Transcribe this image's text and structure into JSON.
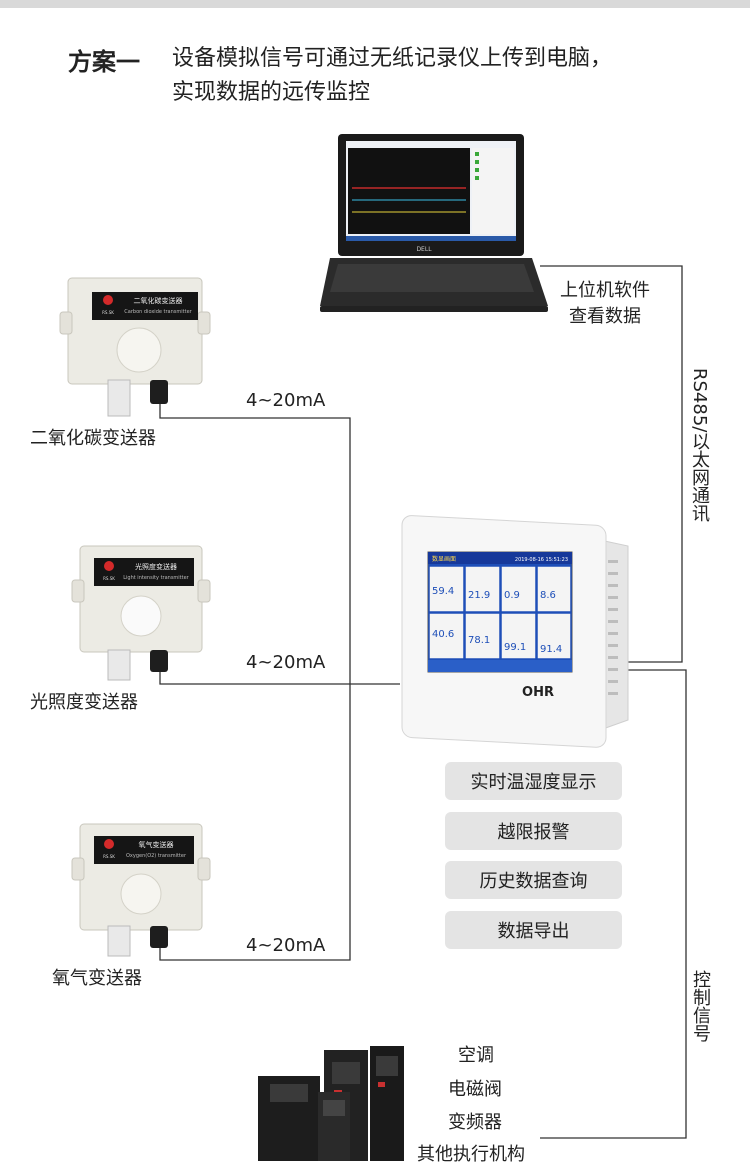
{
  "header": {
    "scheme_label": "方案一",
    "line1": "设备模拟信号可通过无纸记录仪上传到电脑，",
    "line2": "实现数据的远传监控"
  },
  "computer": {
    "label_line1": "上位机软件",
    "label_line2": "查看数据",
    "brand": "DELL"
  },
  "comm_label": "RS485/以太网通讯",
  "control_label": "控制信号",
  "sensors": [
    {
      "name": "二氧化碳变送器",
      "plate_title": "二氧化碳变送器",
      "plate_subtitle": "Carbon dioxide transmitter",
      "brand": "RS.SK",
      "signal": "4~20mA"
    },
    {
      "name": "光照度变送器",
      "plate_title": "光照度变送器",
      "plate_subtitle": "Light intensity transmitter",
      "brand": "RS.SK",
      "signal": "4~20mA"
    },
    {
      "name": "氧气变送器",
      "plate_title": "氧气变送器",
      "plate_subtitle": "Oxygen(O2) transmitter",
      "brand": "RS.SK",
      "signal": "4~20mA"
    }
  ],
  "recorder": {
    "brand": "OHR",
    "screen_title": "数显画面",
    "screen_time": "2019-08-16 15:51:23",
    "readings": [
      "59.4",
      "21.9",
      "0.9",
      "8.6",
      "40.6",
      "78.1",
      "99.1",
      "91.4"
    ]
  },
  "features": [
    "实时温湿度显示",
    "越限报警",
    "历史数据查询",
    "数据导出"
  ],
  "actuators": [
    "空调",
    "电磁阀",
    "变频器",
    "其他执行机构"
  ],
  "colors": {
    "line": "#333333",
    "pill_bg": "#e4e4e4",
    "screen_blue": "#1e4fb8"
  }
}
